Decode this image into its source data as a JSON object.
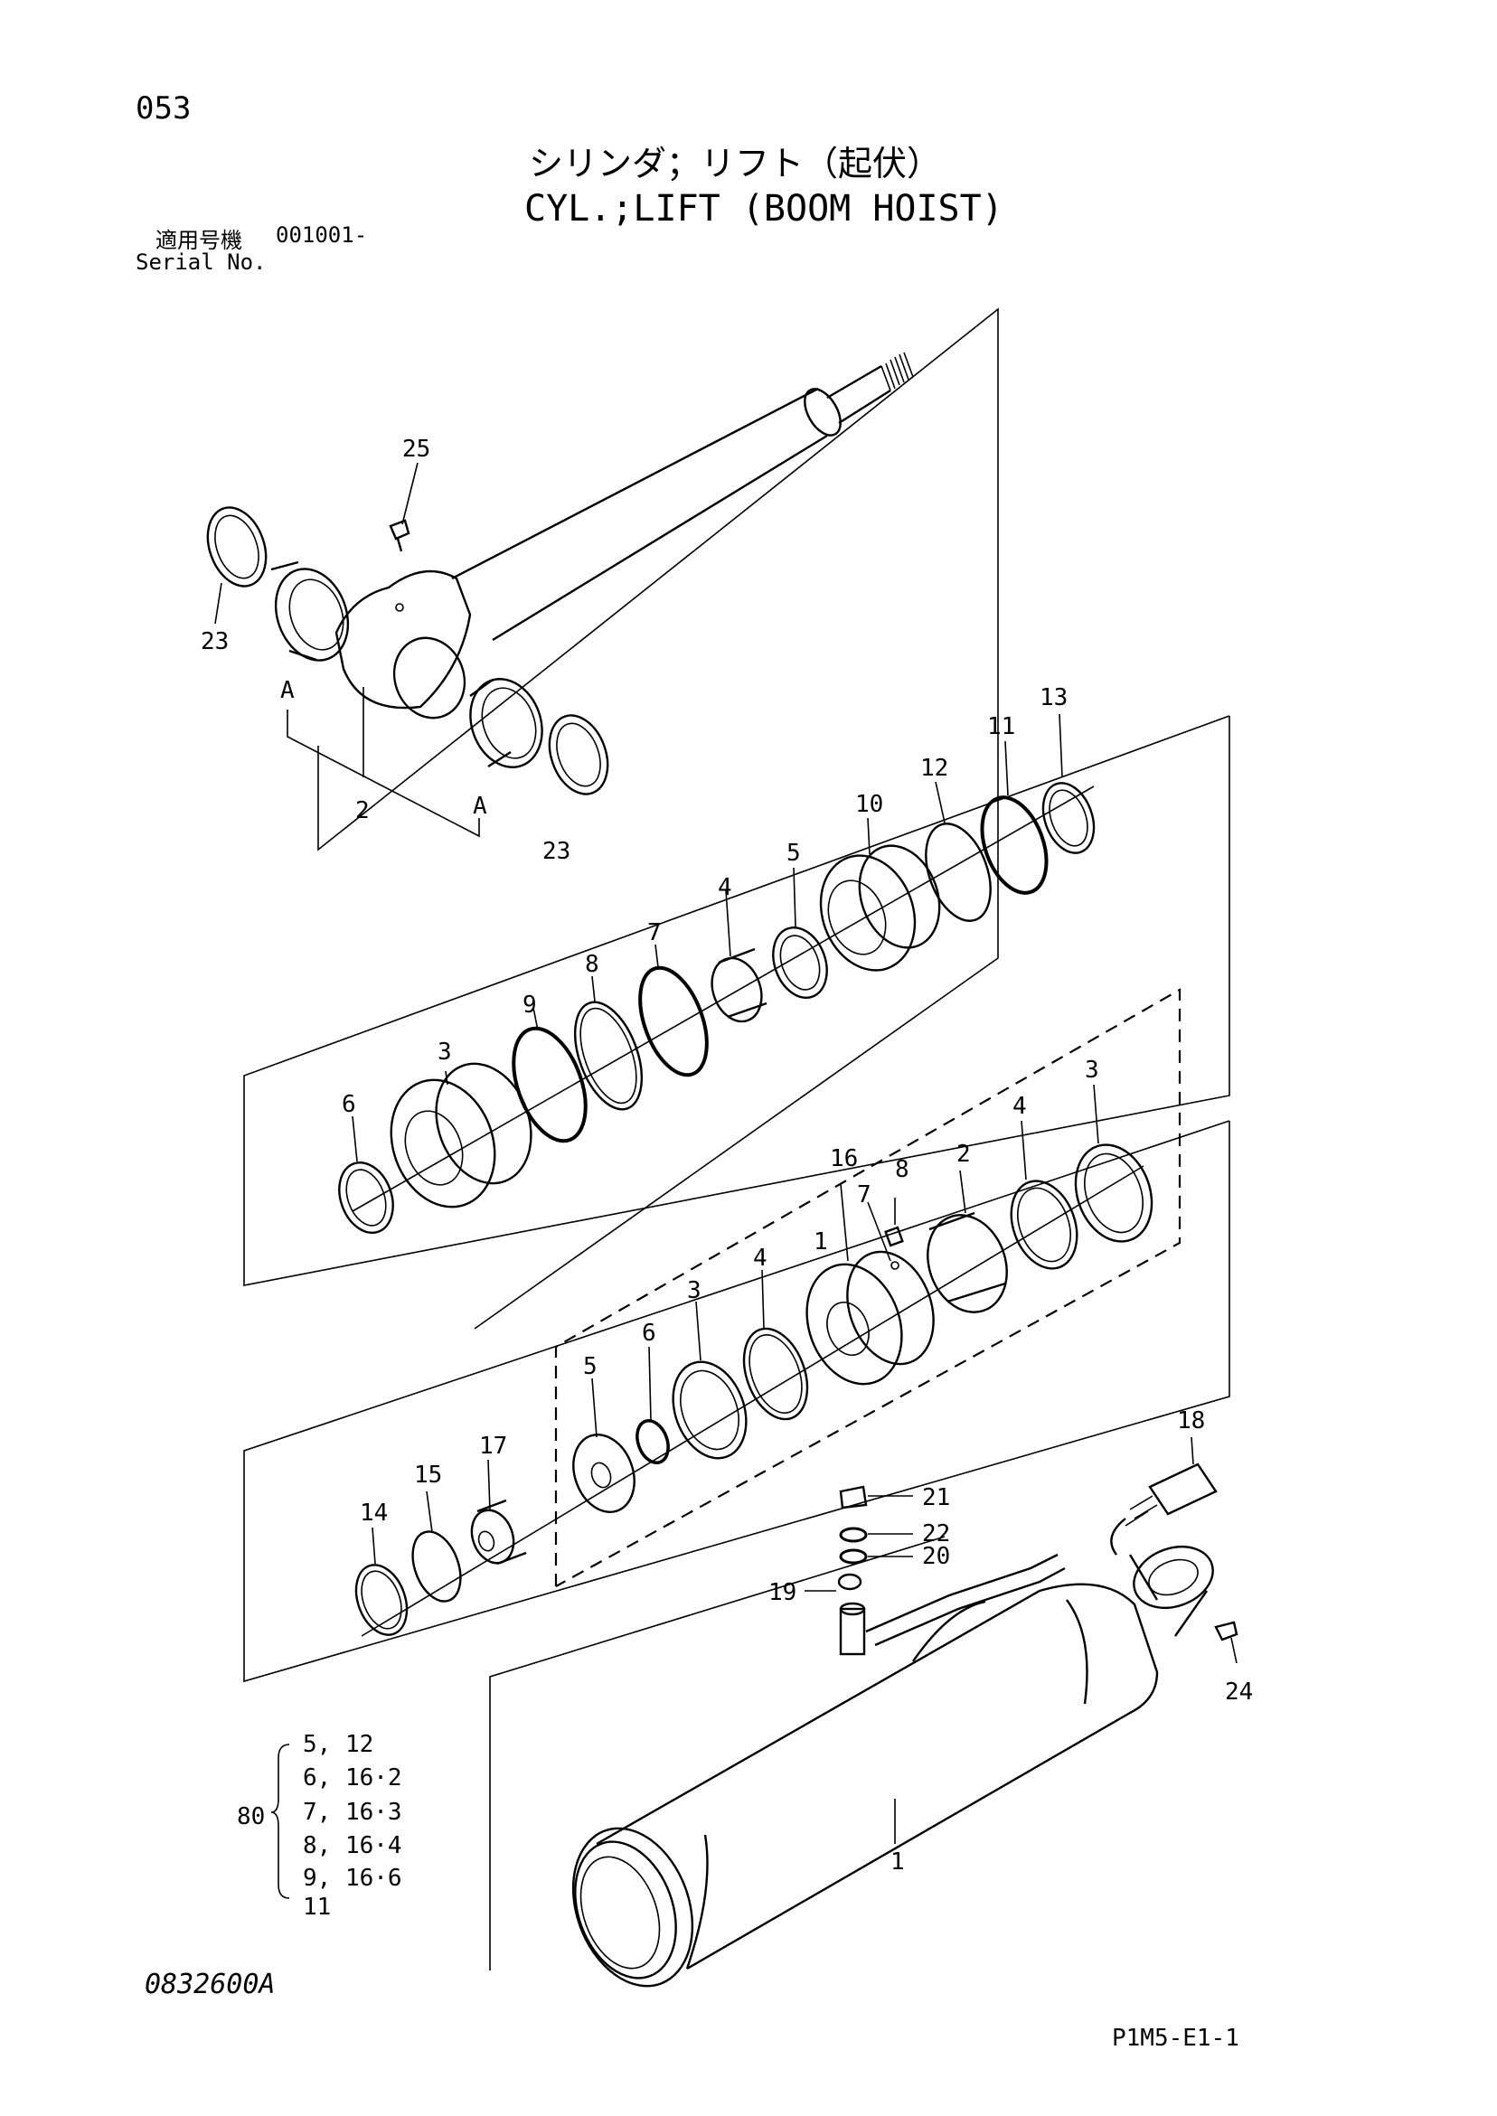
{
  "page_number": "053",
  "title_jp": "シリンダ；リフト（起伏）",
  "title_en": "CYL.;LIFT (BOOM HOIST)",
  "serial": {
    "label_jp": "適用号機",
    "value": "001001-",
    "label_en": "Serial No."
  },
  "drawing_number": "0832600A",
  "page_code": "P1M5-E1-1",
  "part_callouts": {
    "rod_group": [
      "25",
      "23",
      "2",
      "23",
      "A",
      "A"
    ],
    "head_group": [
      "13",
      "11",
      "12",
      "10",
      "5",
      "4",
      "7",
      "8",
      "9",
      "3",
      "6"
    ],
    "piston_group": [
      "16",
      "8",
      "7",
      "2",
      "4",
      "3",
      "1",
      "4",
      "3",
      "6",
      "5",
      "17",
      "15",
      "14"
    ],
    "tube_group": [
      "18",
      "21",
      "22",
      "20",
      "19",
      "24",
      "1"
    ]
  },
  "seal_kit": {
    "kit_number": "80",
    "items": [
      "5,  12",
      "6,  16·2",
      "7,  16·3",
      "8,  16·4",
      "9,  16·6",
      "11"
    ]
  }
}
